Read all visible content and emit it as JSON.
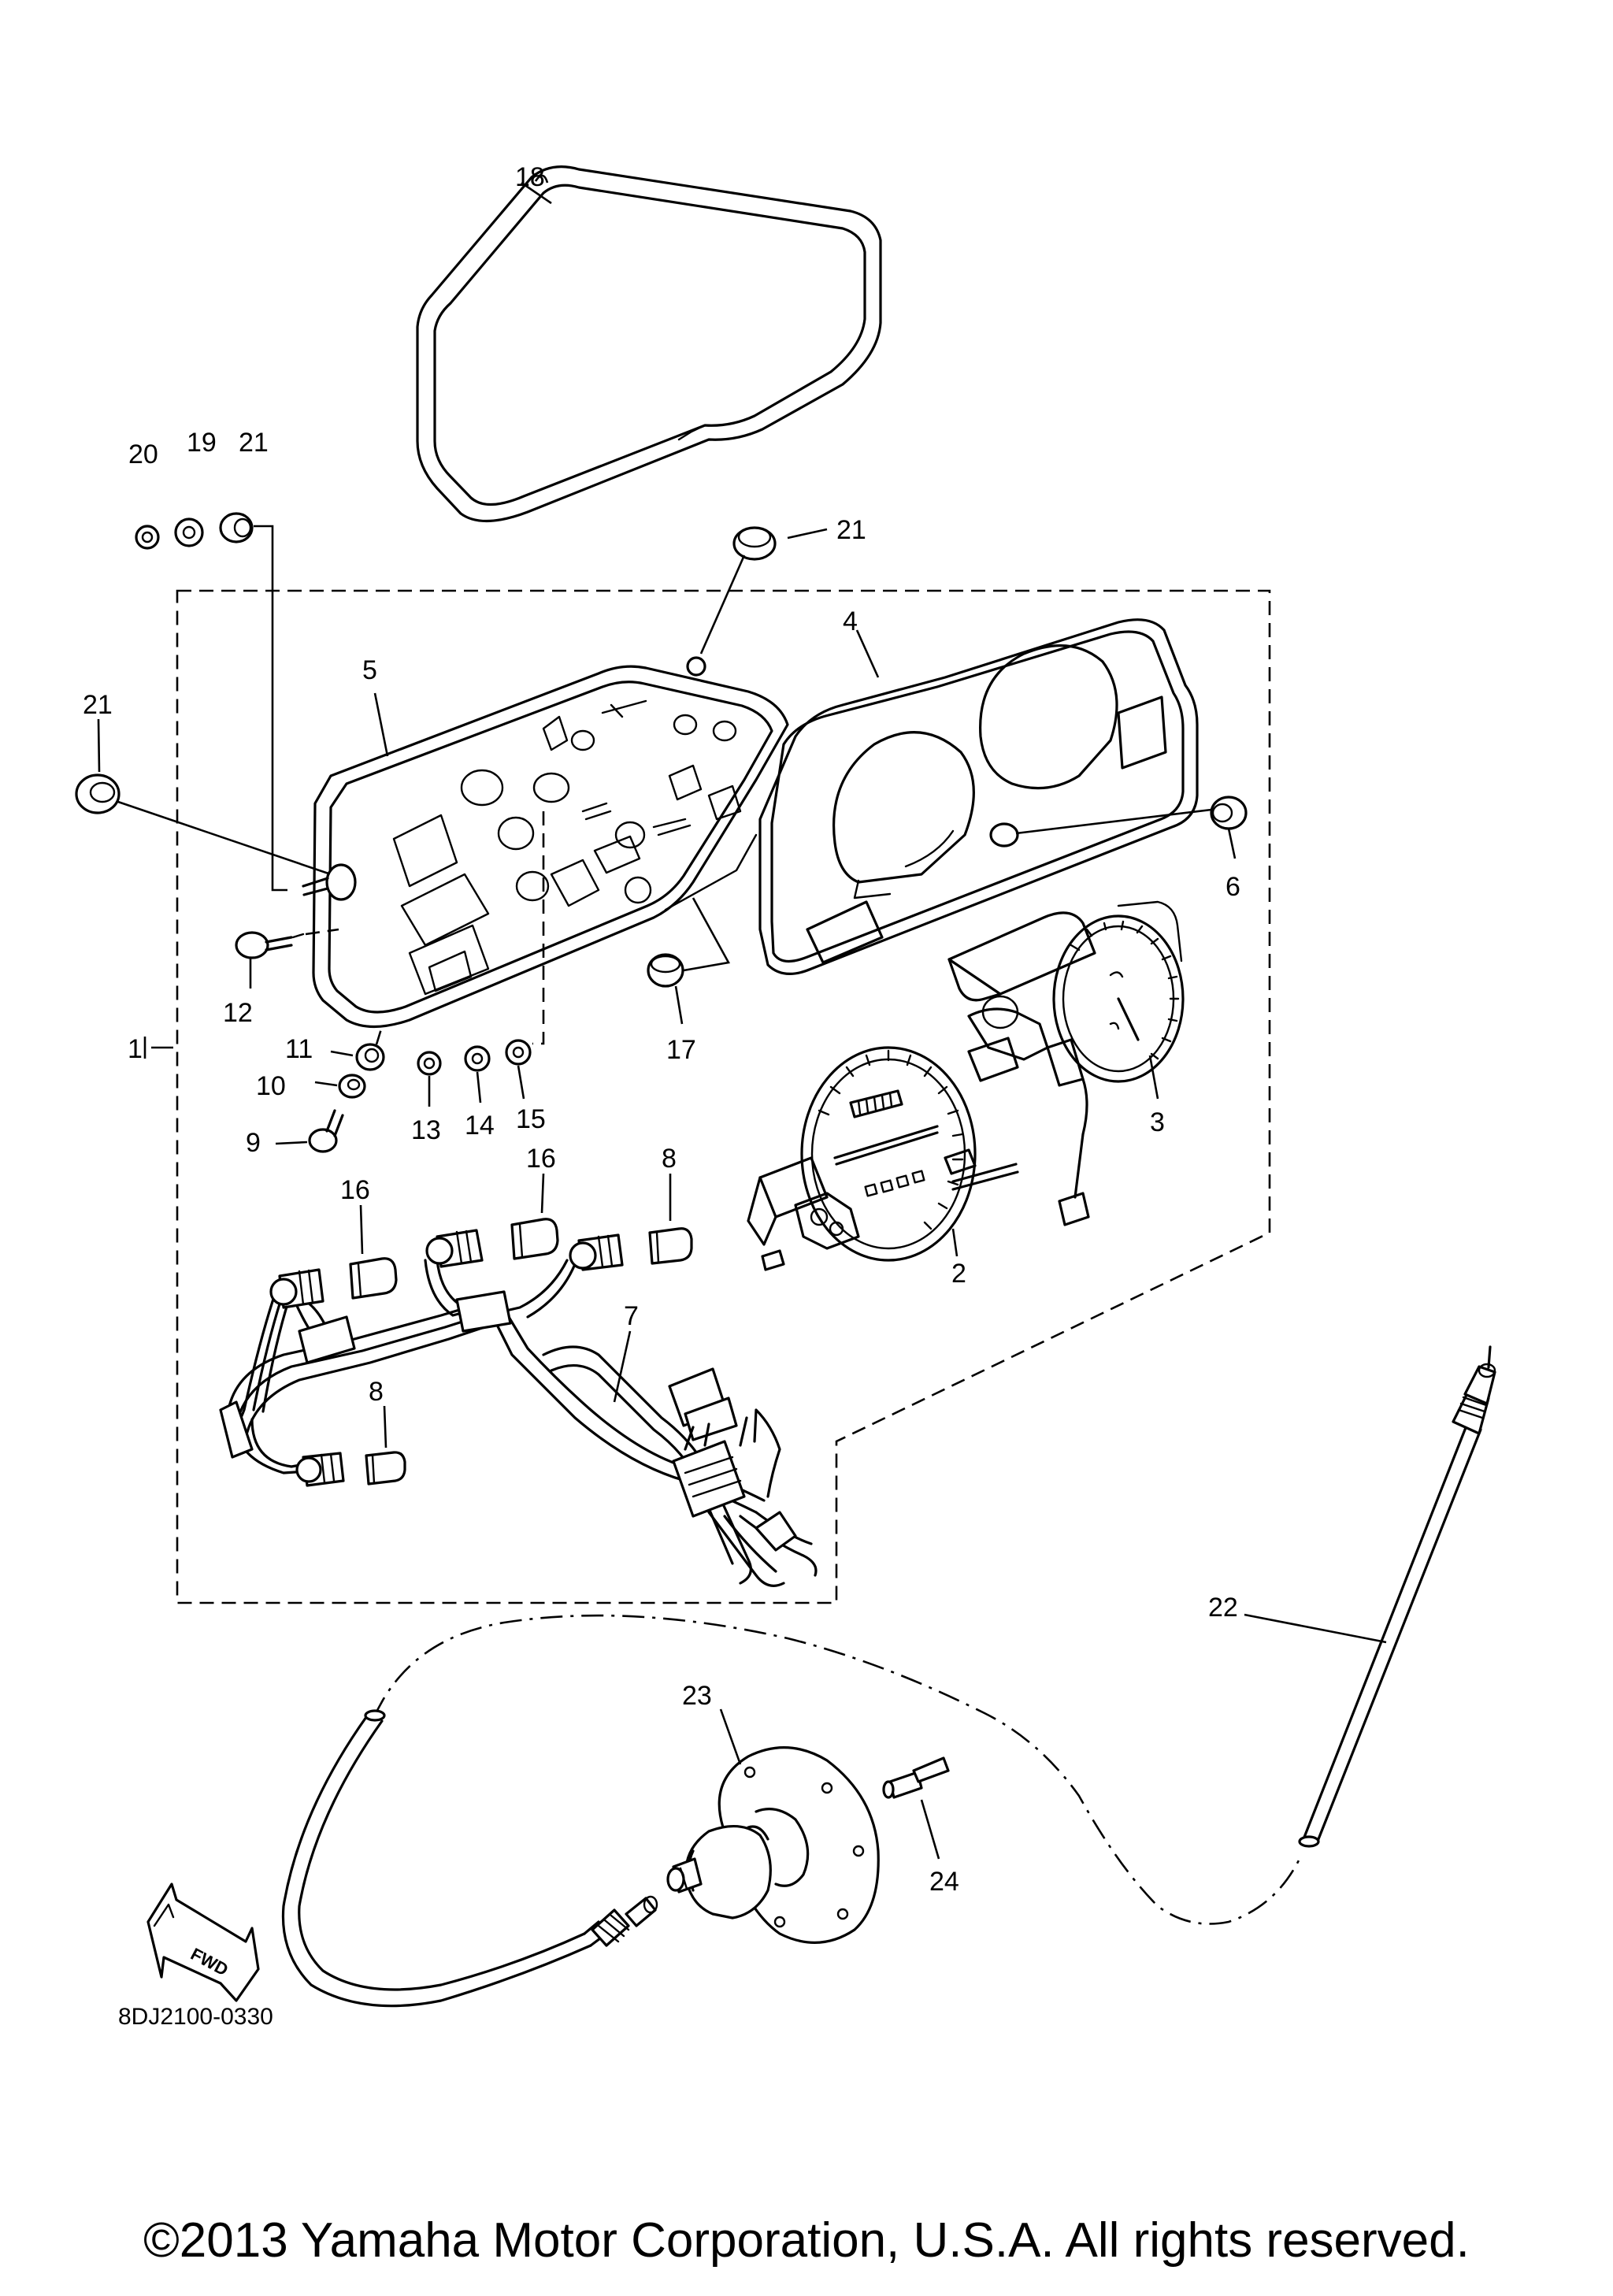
{
  "diagram": {
    "code": "8DJ2100-0330",
    "copyright": "©2013 Yamaha Motor Corporation, U.S.A. All rights reserved.",
    "fwd_label": "FWD"
  },
  "callouts": {
    "c1": "1",
    "c2": "2",
    "c3": "3",
    "c4": "4",
    "c5": "5",
    "c6": "6",
    "c7": "7",
    "c8a": "8",
    "c8b": "8",
    "c9": "9",
    "c10": "10",
    "c11": "11",
    "c12": "12",
    "c13": "13",
    "c14": "14",
    "c15": "15",
    "c16a": "16",
    "c16b": "16",
    "c17": "17",
    "c18": "18",
    "c19": "19",
    "c20": "20",
    "c21a": "21",
    "c21b": "21",
    "c21c": "21",
    "c22": "22",
    "c23": "23",
    "c24": "24"
  }
}
